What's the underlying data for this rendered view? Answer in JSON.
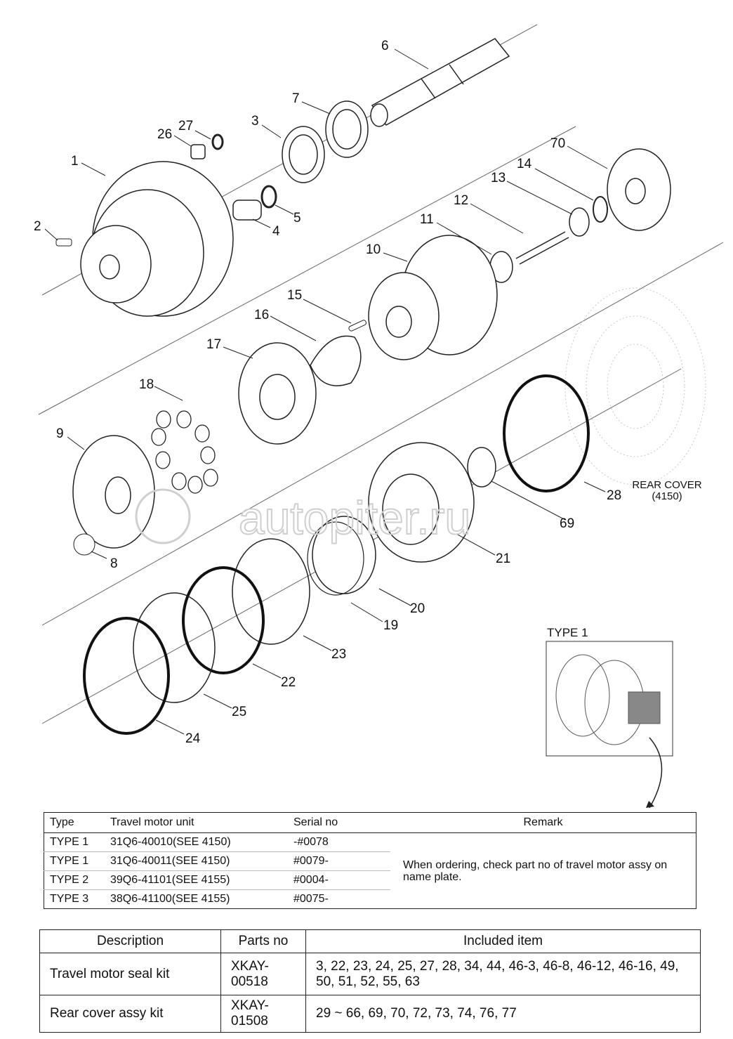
{
  "diagram": {
    "callouts": [
      "1",
      "2",
      "3",
      "4",
      "5",
      "6",
      "7",
      "8",
      "9",
      "10",
      "11",
      "12",
      "13",
      "14",
      "15",
      "16",
      "17",
      "18",
      "19",
      "20",
      "21",
      "22",
      "23",
      "24",
      "25",
      "26",
      "27",
      "28",
      "69",
      "70"
    ],
    "rear_cover_note": [
      "REAR COVER",
      "(4150)"
    ],
    "watermark": "autopiter.ru",
    "inset_label": "TYPE 1"
  },
  "type_table": {
    "headers": [
      "Type",
      "Travel motor unit",
      "Serial no",
      "Remark"
    ],
    "rows": [
      {
        "type": "TYPE 1",
        "unit": "31Q6-40010(SEE 4150)",
        "serial": "-#0078"
      },
      {
        "type": "TYPE 1",
        "unit": "31Q6-40011(SEE 4150)",
        "serial": "#0079-"
      },
      {
        "type": "TYPE 2",
        "unit": "39Q6-41101(SEE 4155)",
        "serial": "#0004-"
      },
      {
        "type": "TYPE 3",
        "unit": "38Q6-41100(SEE 4155)",
        "serial": "#0075-"
      }
    ],
    "remark": "When ordering, check part no of travel motor assy on name plate."
  },
  "kit_table": {
    "headers": [
      "Description",
      "Parts no",
      "Included item"
    ],
    "rows": [
      {
        "description": "Travel motor seal kit",
        "parts_no": "XKAY-00518",
        "included": "3, 22, 23, 24, 25, 27, 28, 34, 44, 46-3, 46-8, 46-12, 46-16, 49, 50, 51, 52, 55, 63"
      },
      {
        "description": "Rear cover assy kit",
        "parts_no": "XKAY-01508",
        "included": "29 ~ 66, 69, 70, 72, 73, 74, 76, 77"
      }
    ]
  }
}
